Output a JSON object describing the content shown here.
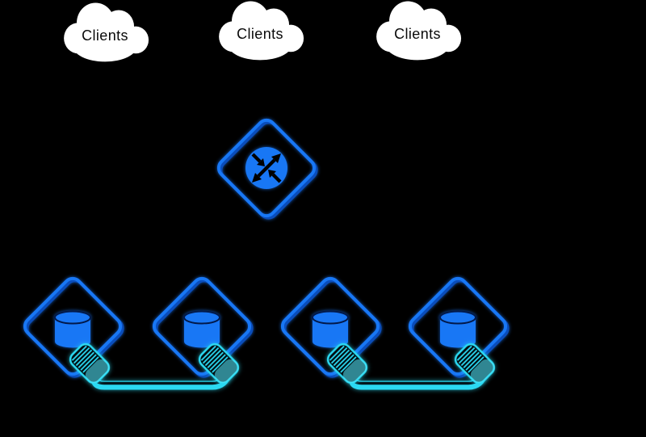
{
  "diagram": {
    "type": "network-architecture",
    "background": "#000000",
    "colors": {
      "node_blue": "#1877f5",
      "node_blue_shadow": "#0a4dbb",
      "cable_cyan": "#2bd9f2",
      "cloud_fill": "#ffffff",
      "label_text": "#0a0a0a"
    },
    "clouds": [
      {
        "id": "cloud-1",
        "icon": "cloud-icon",
        "label": "Clients"
      },
      {
        "id": "cloud-2",
        "icon": "cloud-icon",
        "label": "Clients"
      },
      {
        "id": "cloud-3",
        "icon": "cloud-icon",
        "label": "Clients"
      }
    ],
    "router": {
      "id": "router-1",
      "icon": "router-crossed-arrows-icon"
    },
    "databases": [
      {
        "id": "db-1",
        "icon": "database-icon"
      },
      {
        "id": "db-2",
        "icon": "database-icon"
      },
      {
        "id": "db-3",
        "icon": "database-icon"
      },
      {
        "id": "db-4",
        "icon": "database-icon"
      }
    ],
    "cables": [
      {
        "id": "cable-1",
        "icon": "cable-link",
        "connects": [
          "db-1",
          "db-2"
        ]
      },
      {
        "id": "cable-2",
        "icon": "cable-link",
        "connects": [
          "db-3",
          "db-4"
        ]
      }
    ]
  }
}
